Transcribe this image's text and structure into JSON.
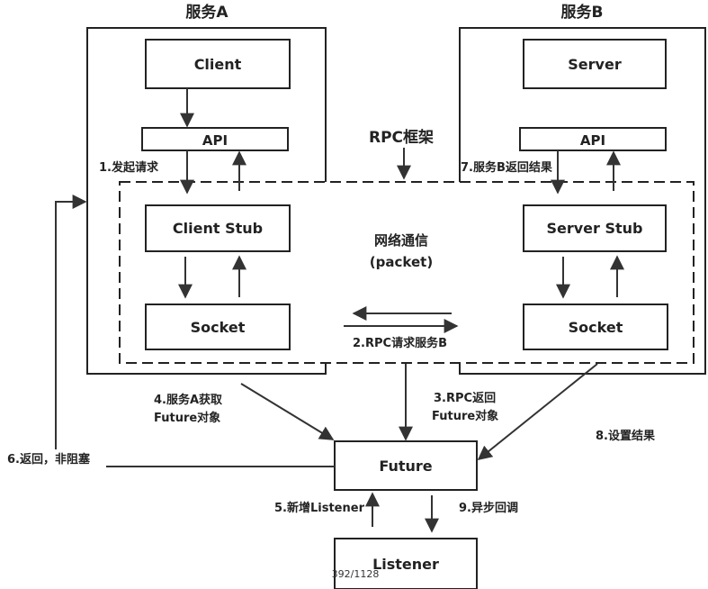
{
  "service_a": {
    "title": "服务A"
  },
  "service_b": {
    "title": "服务B"
  },
  "framework": {
    "title": "RPC框架"
  },
  "network": {
    "line1": "网络通信",
    "line2": "(packet)"
  },
  "boxes": {
    "client": "Client",
    "api_a": "API",
    "client_stub": "Client Stub",
    "socket_a": "Socket",
    "server": "Server",
    "api_b": "API",
    "server_stub": "Server Stub",
    "socket_b": "Socket",
    "future": "Future",
    "listener": "Listener"
  },
  "steps": {
    "s1": "1.发起请求",
    "s2": "2.RPC请求服务B",
    "s3_line1": "3.RPC返回",
    "s3_line2": "Future对象",
    "s4_line1": "4.服务A获取",
    "s4_line2": "Future对象",
    "s5": "5.新增Listener",
    "s6": "6.返回，非阻塞",
    "s7": "7.服务B返回结果",
    "s8": "8.设置结果",
    "s9": "9.异步回调"
  },
  "page_indicator": "392/1128"
}
